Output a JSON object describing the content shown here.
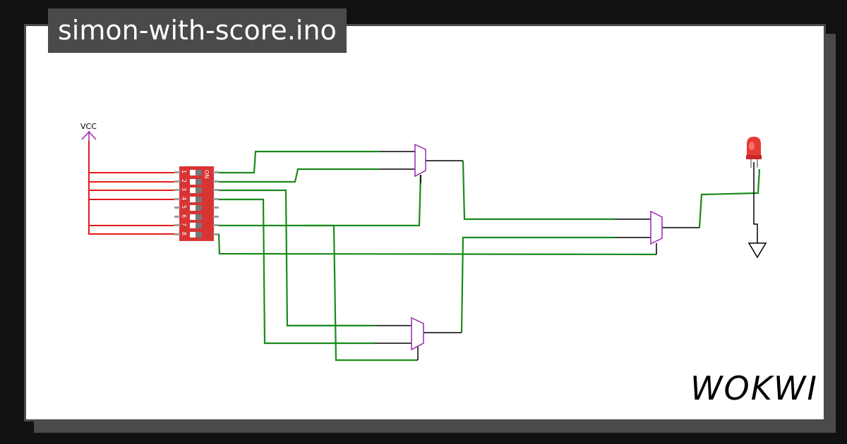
{
  "project": {
    "title": "simon-with-score.ino"
  },
  "brand": {
    "logo_text": "WOKWI"
  },
  "power": {
    "vcc_label": "VCC"
  },
  "dip_switch": {
    "on_label": "ON",
    "numbers": [
      "1",
      "2",
      "3",
      "4",
      "5",
      "6",
      "7",
      "8"
    ],
    "body_color": "#d93434"
  },
  "colors": {
    "power_wire": "#e61919",
    "signal_wire": "#1a8a1a",
    "gate_outline": "#9c27b0",
    "led": "#e53935",
    "background": "#111111",
    "frame": "#4a4a4a"
  },
  "icons": {
    "power": "vcc-arrow-icon",
    "ground": "ground-triangle-icon",
    "led": "red-led-icon"
  }
}
